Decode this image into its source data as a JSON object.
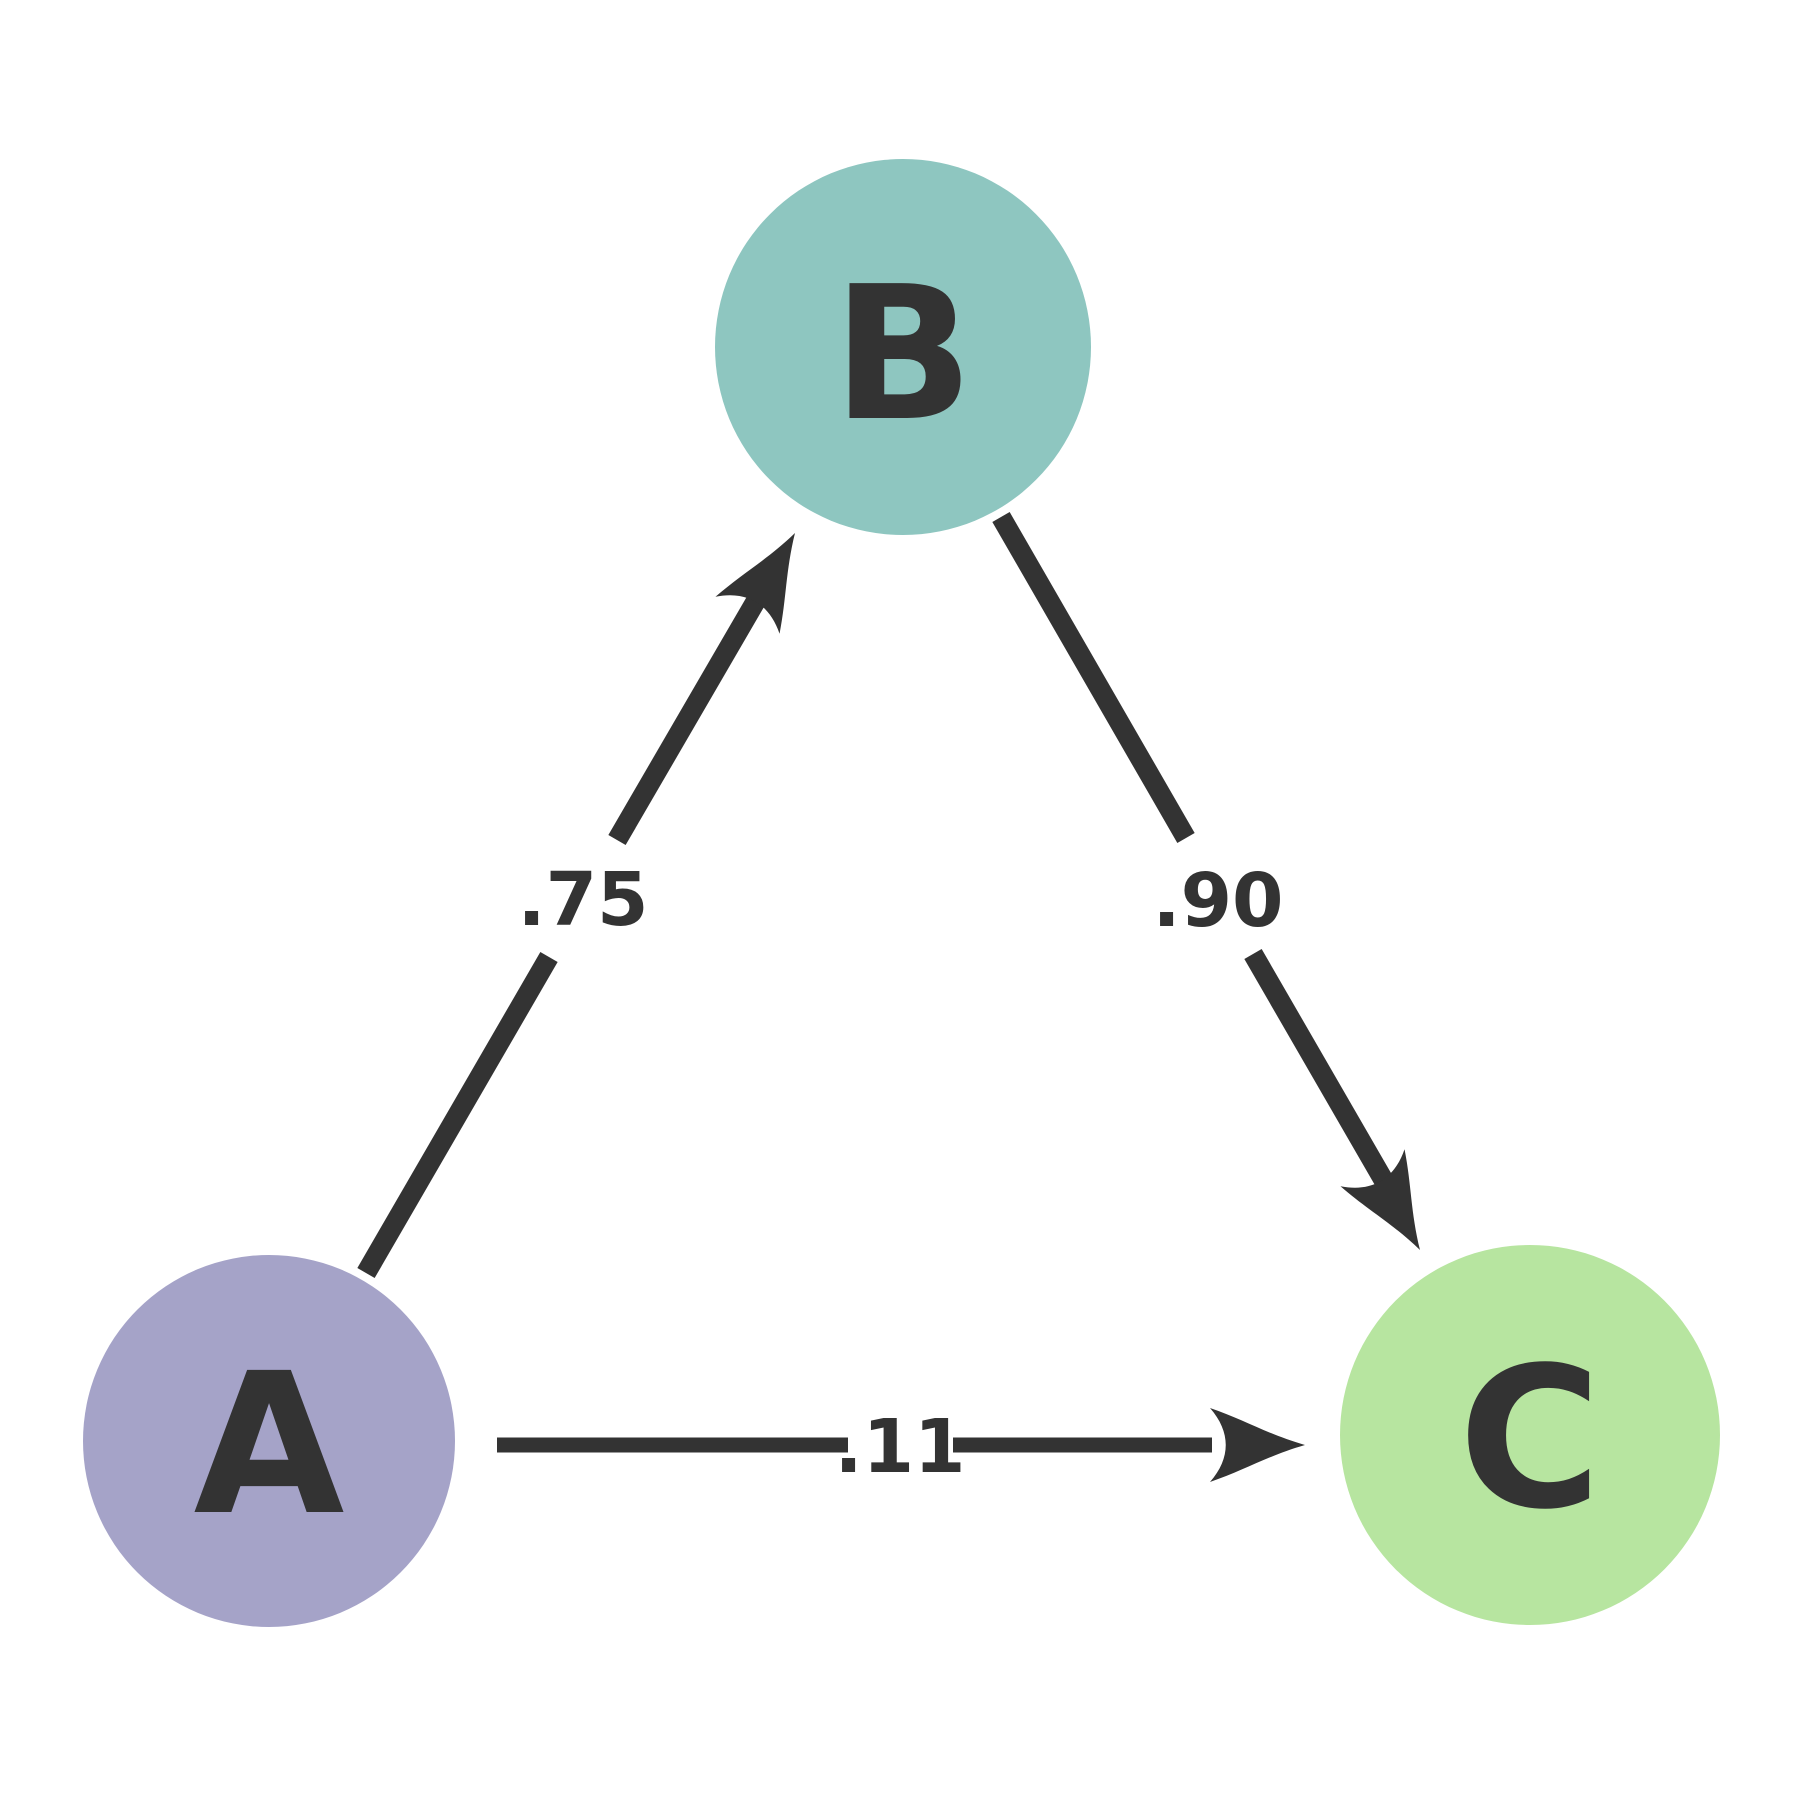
{
  "diagram": {
    "background": "#ffffff",
    "ink": "#333333",
    "nodes": [
      {
        "id": "A",
        "label": "A",
        "color": "#a5a3c8"
      },
      {
        "id": "B",
        "label": "B",
        "color": "#8ec6c0"
      },
      {
        "id": "C",
        "label": "C",
        "color": "#b7e5a0"
      }
    ],
    "edges": [
      {
        "from": "A",
        "to": "B",
        "label": ".75"
      },
      {
        "from": "B",
        "to": "C",
        "label": ".90"
      },
      {
        "from": "A",
        "to": "C",
        "label": ".11"
      }
    ]
  }
}
